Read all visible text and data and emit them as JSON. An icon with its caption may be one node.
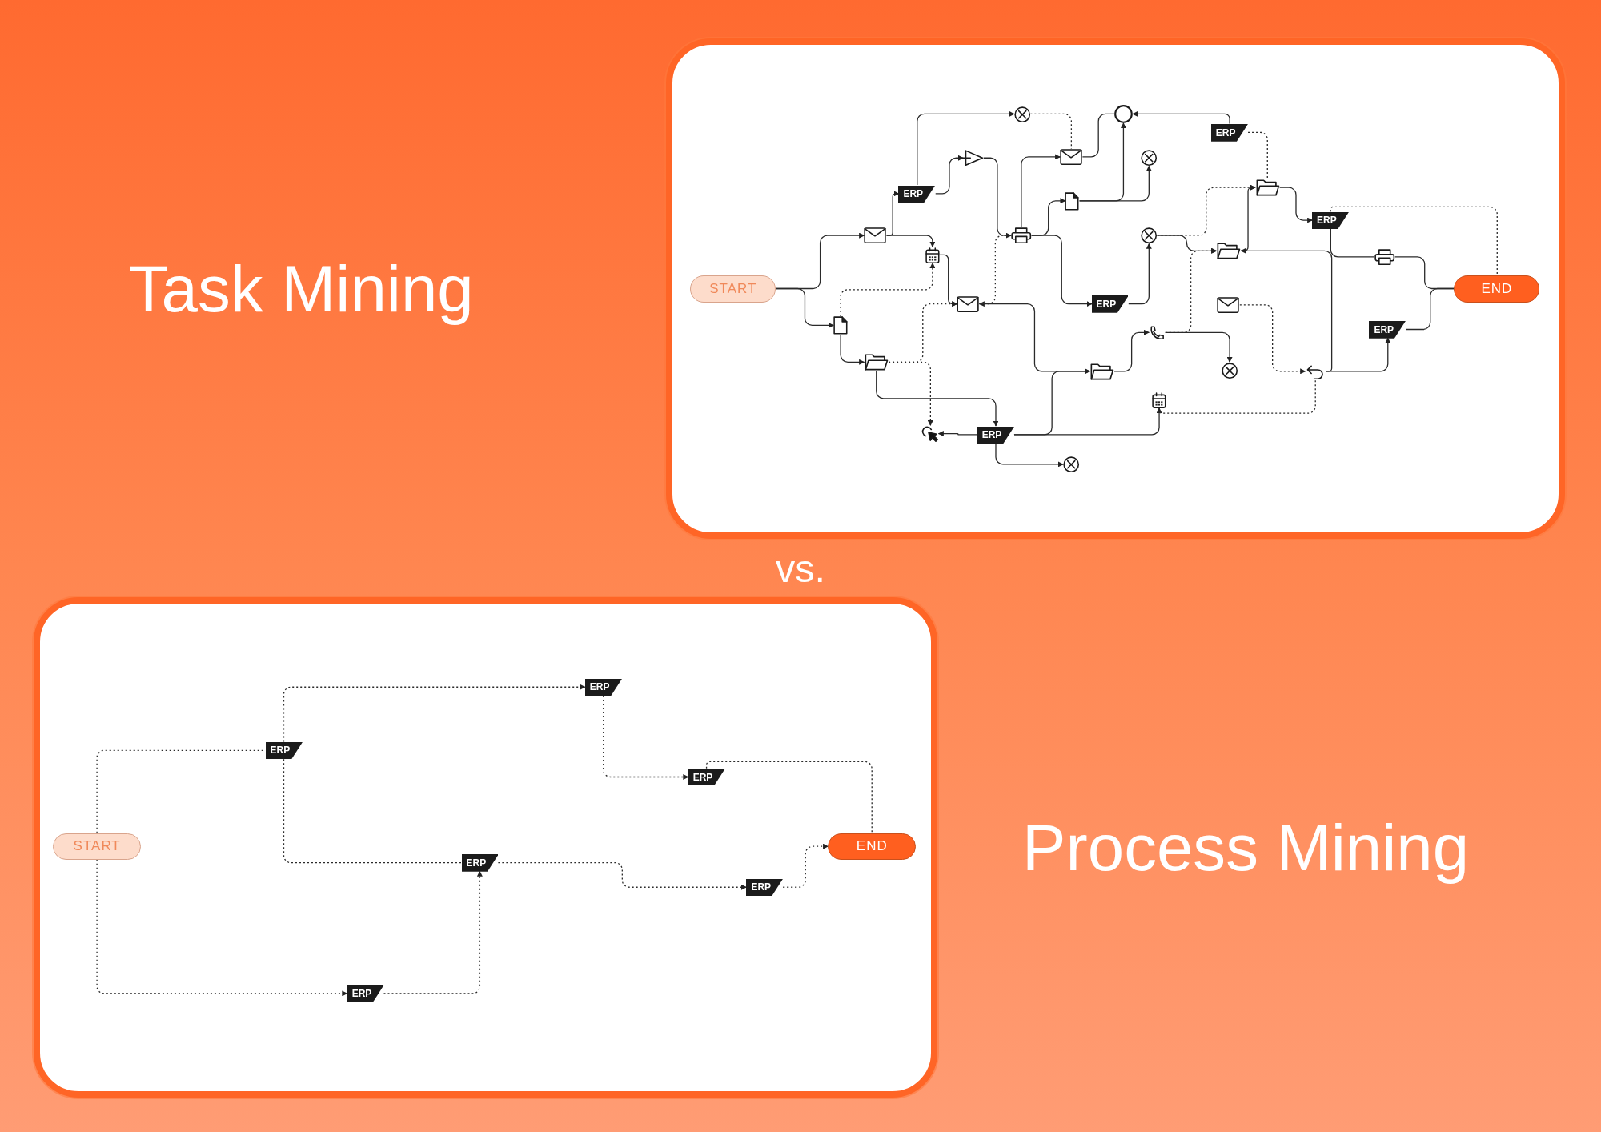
{
  "diagram": {
    "nodes": [
      {
        "text": [],
        "shape": "box"
      },
      {
        "text": [
          "START"
        ],
        "in": 0
      },
      {
        "text": [
          "END"
        ],
        "in": 0
      },
      {
        "text": [],
        "shape": "envelope",
        "in": 0
      },
      {
        "text": [],
        "shape": "document",
        "in": 0
      },
      {
        "text": [
          "ERP"
        ],
        "in": 0
      },
      {
        "text": [],
        "shape": "cross",
        "in": 0
      },
      {
        "text": [],
        "shape": "triangle",
        "in": 0
      },
      {
        "text": [],
        "shape": "calendar",
        "in": 0
      },
      {
        "text": [],
        "shape": "folder",
        "in": 0
      },
      {
        "text": [],
        "shape": "envelope",
        "in": 0
      },
      {
        "text": [],
        "shape": "cursor",
        "in": 0
      },
      {
        "text": [
          "ERP"
        ],
        "in": 0
      },
      {
        "text": [],
        "shape": "cross",
        "in": 0
      },
      {
        "text": [],
        "shape": "printer",
        "in": 0
      },
      {
        "text": [],
        "shape": "envelope",
        "in": 0
      },
      {
        "text": [],
        "shape": "document",
        "in": 0
      },
      {
        "text": [],
        "shape": "circle",
        "in": 0
      },
      {
        "text": [],
        "shape": "cross",
        "in": 0
      },
      {
        "text": [],
        "shape": "cross",
        "in": 0
      },
      {
        "text": [
          "ERP"
        ],
        "in": 0
      },
      {
        "text": [],
        "shape": "folder",
        "in": 0
      },
      {
        "text": [],
        "shape": "phone",
        "in": 0
      },
      {
        "text": [],
        "shape": "cross",
        "in": 0
      },
      {
        "text": [
          "ERP"
        ],
        "in": 0
      },
      {
        "text": [],
        "shape": "folder",
        "in": 0
      },
      {
        "text": [],
        "shape": "folder",
        "in": 0
      },
      {
        "text": [],
        "shape": "envelope",
        "in": 0
      },
      {
        "text": [],
        "shape": "calendar",
        "in": 0
      },
      {
        "text": [],
        "shape": "return",
        "in": 0
      },
      {
        "text": [
          "ERP"
        ],
        "in": 0
      },
      {
        "text": [],
        "shape": "printer",
        "in": 0
      },
      {
        "text": [
          "ERP"
        ],
        "in": 0
      },
      {
        "text": [],
        "shape": "box"
      },
      {
        "text": [
          "START"
        ],
        "in": 33
      },
      {
        "text": [
          "END"
        ],
        "in": 33
      },
      {
        "text": [
          "ERP"
        ],
        "in": 33
      },
      {
        "text": [
          "ERP"
        ],
        "in": 33
      },
      {
        "text": [
          "ERP"
        ],
        "in": 33
      },
      {
        "text": [
          "ERP"
        ],
        "in": 33
      },
      {
        "text": [
          "ERP"
        ],
        "in": 33
      },
      {
        "text": [
          "ERP"
        ],
        "in": 33
      }
    ],
    "edges": [
      {
        "from": 1,
        "to": 3,
        "arrow": "to"
      },
      {
        "from": 1,
        "to": 4,
        "arrow": "to"
      },
      {
        "from": 3,
        "to": 5,
        "arrow": "to"
      },
      {
        "from": 3,
        "to": 8,
        "arrow": "to"
      },
      {
        "from": 5,
        "to": 6,
        "arrow": "to"
      },
      {
        "from": 5,
        "to": 7,
        "arrow": "to"
      },
      {
        "from": 6,
        "to": 15,
        "arrow": "none",
        "style": "dashed"
      },
      {
        "from": 4,
        "to": 8,
        "arrow": "to",
        "style": "dashed"
      },
      {
        "from": 4,
        "to": 9,
        "arrow": "to"
      },
      {
        "from": 8,
        "to": 10,
        "arrow": "to"
      },
      {
        "from": 9,
        "to": 10,
        "arrow": "to",
        "style": "dashed"
      },
      {
        "from": 9,
        "to": 11,
        "arrow": "to",
        "style": "dashed"
      },
      {
        "from": 9,
        "to": 12,
        "arrow": "to"
      },
      {
        "from": 12,
        "to": 11,
        "arrow": "to"
      },
      {
        "from": 12,
        "to": 13,
        "arrow": "to"
      },
      {
        "from": 12,
        "to": 21,
        "arrow": "to"
      },
      {
        "from": 7,
        "to": 14,
        "arrow": "to"
      },
      {
        "from": 14,
        "to": 10,
        "arrow": "to",
        "style": "dashed"
      },
      {
        "from": 14,
        "to": 15,
        "arrow": "to"
      },
      {
        "from": 14,
        "to": 16,
        "arrow": "to"
      },
      {
        "from": 14,
        "to": 20,
        "arrow": "to"
      },
      {
        "from": 15,
        "to": 17,
        "arrow": "none"
      },
      {
        "from": 16,
        "to": 17,
        "arrow": "to"
      },
      {
        "from": 16,
        "to": 18,
        "arrow": "to"
      },
      {
        "from": 24,
        "to": 17,
        "arrow": "to"
      },
      {
        "from": 24,
        "to": 25,
        "arrow": "none",
        "style": "dashed"
      },
      {
        "from": 20,
        "to": 19,
        "arrow": "to"
      },
      {
        "from": 19,
        "to": 26,
        "arrow": "to"
      },
      {
        "from": 19,
        "to": 25,
        "arrow": "to",
        "style": "dashed"
      },
      {
        "from": 26,
        "to": 25,
        "arrow": "to"
      },
      {
        "from": 10,
        "to": 21,
        "arrow": "to"
      },
      {
        "from": 21,
        "to": 22,
        "arrow": "to"
      },
      {
        "from": 22,
        "to": 23,
        "arrow": "to"
      },
      {
        "from": 22,
        "to": 26,
        "arrow": "to",
        "style": "dashed"
      },
      {
        "from": 25,
        "to": 30,
        "arrow": "to"
      },
      {
        "from": 30,
        "to": 2,
        "arrow": "none",
        "style": "dashed"
      },
      {
        "from": 30,
        "to": 31,
        "arrow": "none"
      },
      {
        "from": 31,
        "to": 2,
        "arrow": "none"
      },
      {
        "from": 27,
        "to": 29,
        "arrow": "to",
        "style": "dashed"
      },
      {
        "from": 29,
        "to": 26,
        "arrow": "to"
      },
      {
        "from": 29,
        "to": 32,
        "arrow": "to"
      },
      {
        "from": 32,
        "to": 2,
        "arrow": "none"
      },
      {
        "from": 12,
        "to": 28,
        "arrow": "to"
      },
      {
        "from": 28,
        "to": 29,
        "arrow": "none",
        "style": "dashed"
      },
      {
        "from": 34,
        "to": 36,
        "arrow": "none",
        "style": "dashed"
      },
      {
        "from": 34,
        "to": 41,
        "arrow": "to",
        "style": "dashed"
      },
      {
        "from": 36,
        "to": 37,
        "arrow": "to",
        "style": "dashed"
      },
      {
        "from": 36,
        "to": 39,
        "arrow": "none",
        "style": "dashed"
      },
      {
        "from": 37,
        "to": 38,
        "arrow": "to",
        "style": "dashed"
      },
      {
        "from": 38,
        "to": 35,
        "arrow": "none",
        "style": "dashed"
      },
      {
        "from": 39,
        "to": 40,
        "arrow": "to",
        "style": "dashed"
      },
      {
        "from": 41,
        "to": 39,
        "arrow": "to",
        "style": "dashed"
      },
      {
        "from": 40,
        "to": 35,
        "arrow": "to",
        "style": "dashed"
      }
    ],
    "labels": [
      "Task Mining",
      "vs.",
      "Process Mining"
    ]
  }
}
